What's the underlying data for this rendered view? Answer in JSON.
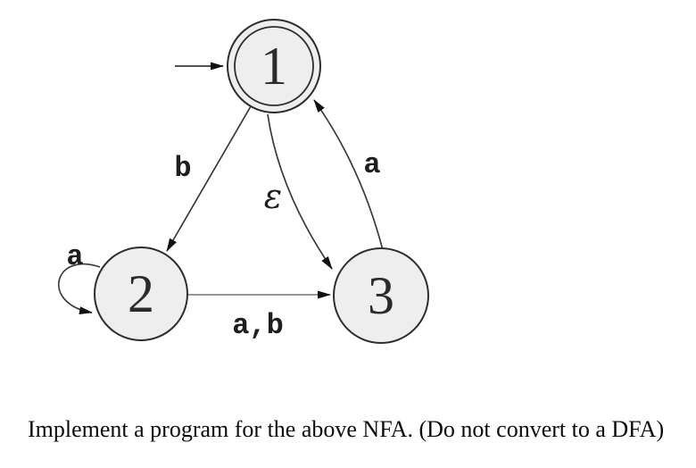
{
  "diagram": {
    "states": [
      {
        "label": "1",
        "accepting": true,
        "start": true
      },
      {
        "label": "2",
        "accepting": false,
        "start": false
      },
      {
        "label": "3",
        "accepting": false,
        "start": false
      }
    ],
    "edges": [
      {
        "from": "start",
        "to": "1",
        "symbol": ""
      },
      {
        "from": "1",
        "to": "2",
        "symbol": "b"
      },
      {
        "from": "1",
        "to": "3",
        "symbol": "ε"
      },
      {
        "from": "3",
        "to": "1",
        "symbol": "a"
      },
      {
        "from": "2",
        "to": "3",
        "symbol": "a,b"
      },
      {
        "from": "2",
        "to": "2",
        "symbol": "a"
      }
    ],
    "colors": {
      "state_fill": "#eeeeee",
      "state_stroke": "#2d2d2d",
      "edge_stroke": "#3a3a3a",
      "edge_light_stroke": "#777777",
      "arrowhead_fill": "#111111",
      "text": "#1e1e1e"
    }
  },
  "caption": "Implement a program for the above NFA. (Do not convert to a DFA)"
}
